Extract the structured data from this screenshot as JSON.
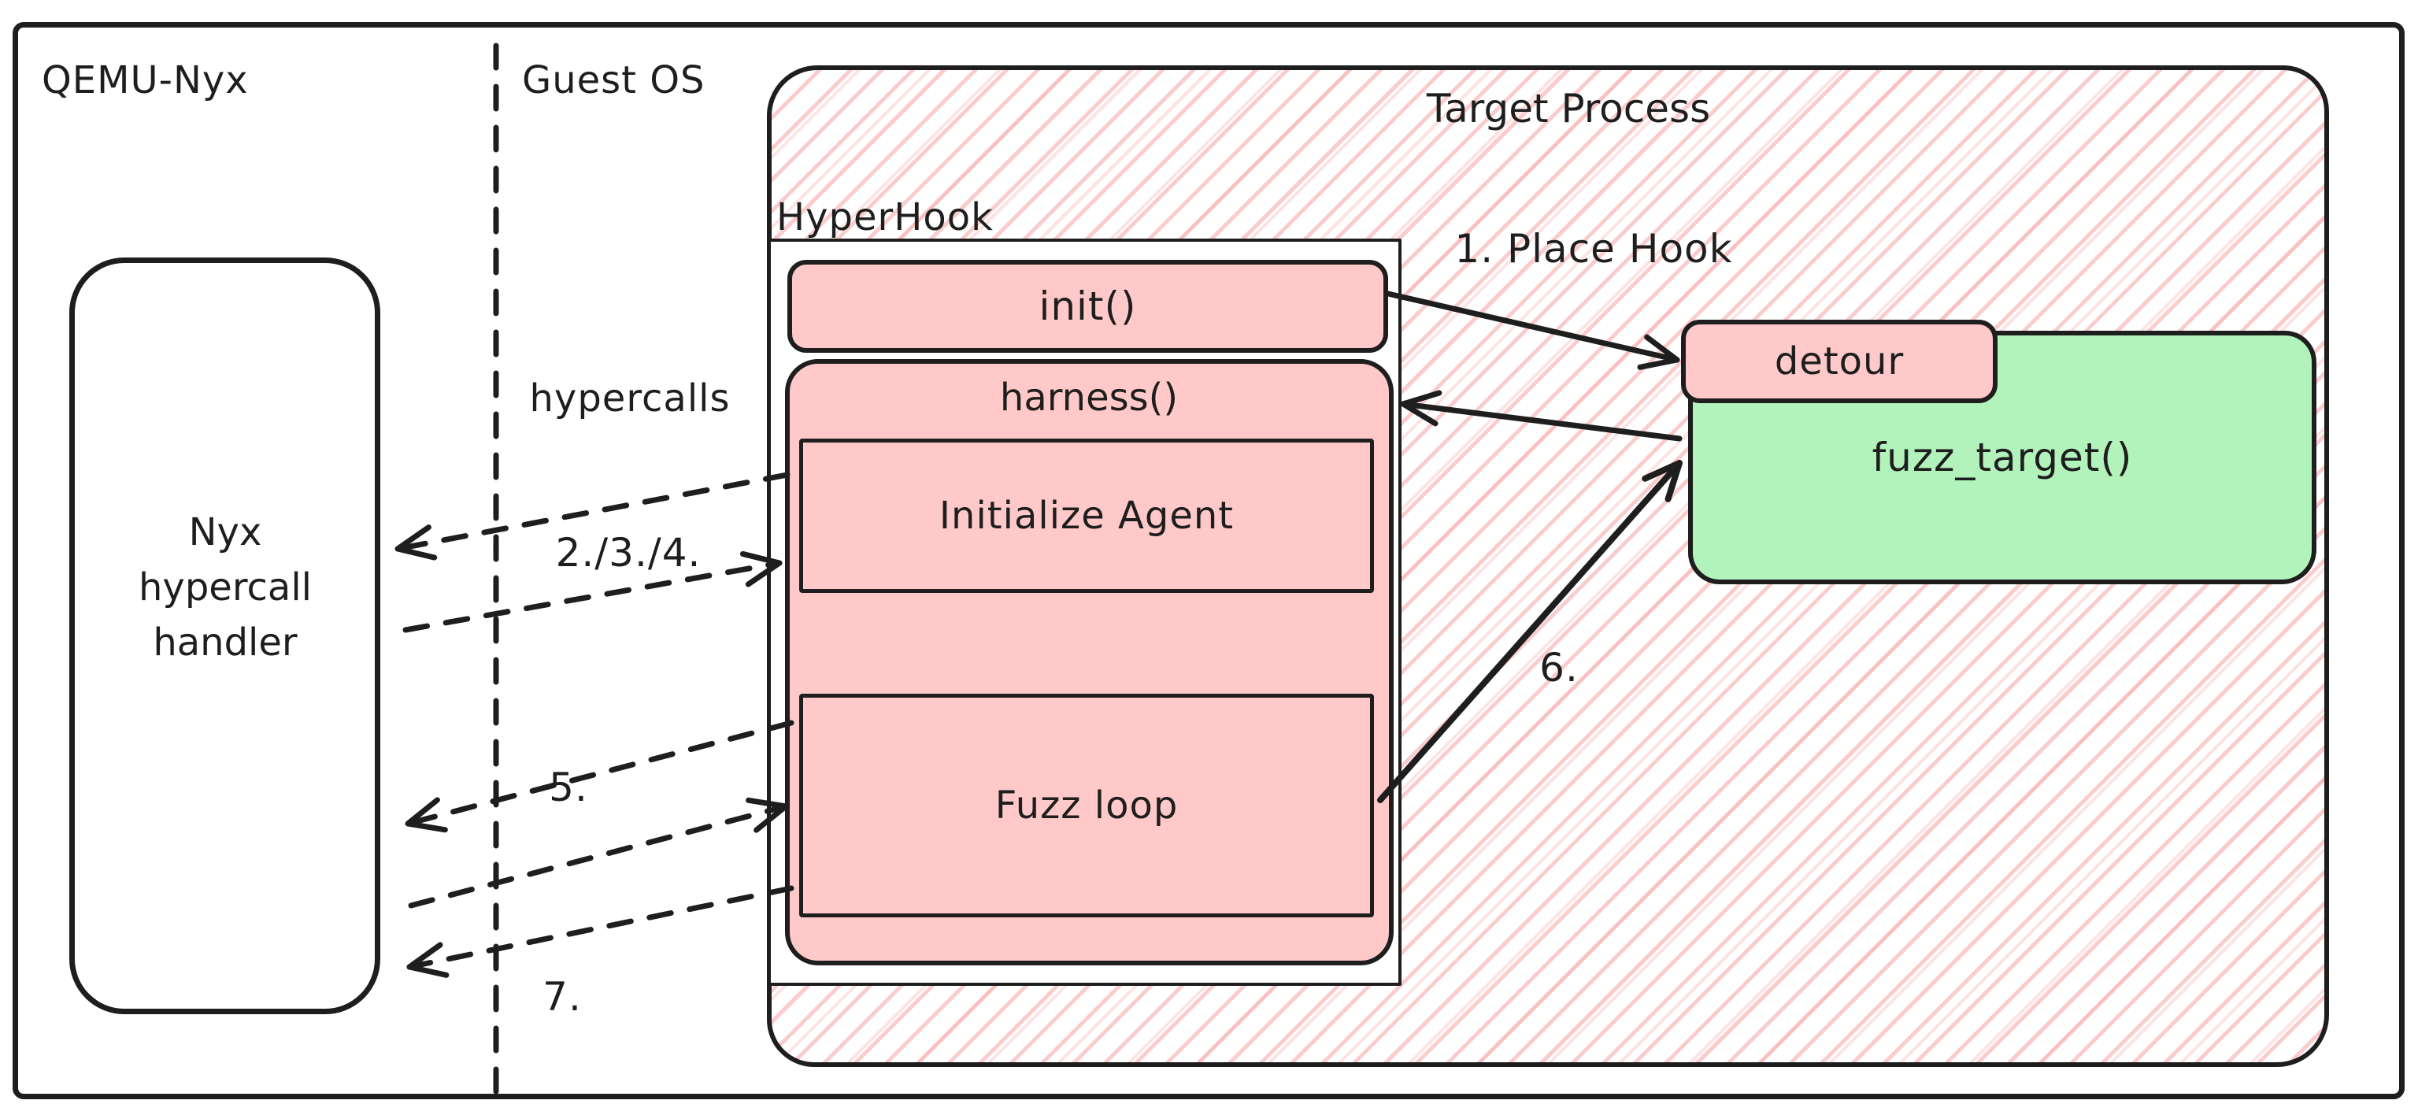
{
  "regions": {
    "qemu_nyx": "QEMU-Nyx",
    "guest_os": "Guest OS",
    "target_process": "Target Process",
    "hyperhook": "HyperHook"
  },
  "nodes": {
    "nyx_handler": "Nyx hypercall handler",
    "init": "init()",
    "harness": "harness()",
    "initialize_agent": "Initialize Agent",
    "fuzz_loop": "Fuzz loop",
    "detour": "detour",
    "fuzz_target": "fuzz_target()"
  },
  "annotations": {
    "hypercalls": "hypercalls",
    "step1": "1. Place Hook",
    "step234": "2./3./4.",
    "step5": "5.",
    "step6": "6.",
    "step7": "7."
  },
  "colors": {
    "ink": "#1e1e1e",
    "node_pink": "#ffc9c9",
    "node_green": "#b2f2bb",
    "hatch_pink": "#f8a2a2",
    "background": "#ffffff"
  }
}
